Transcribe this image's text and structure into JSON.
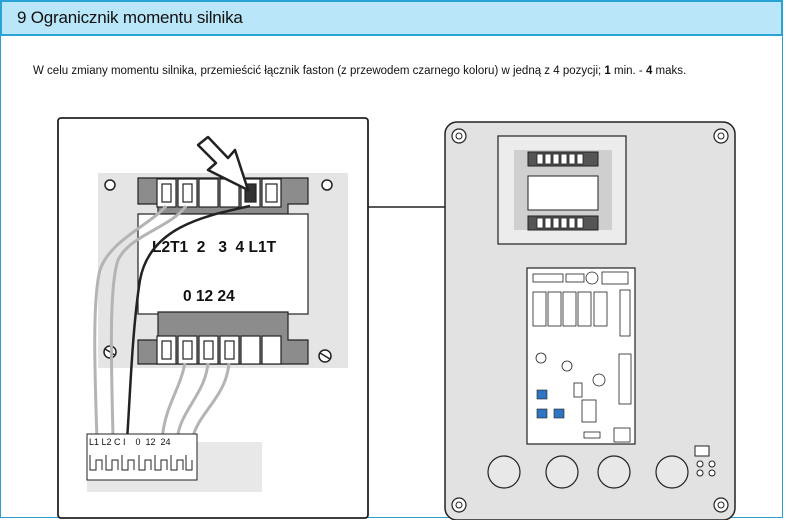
{
  "header": {
    "title": "9 Ogranicznik momentu silnika"
  },
  "instruction": {
    "part1": "W celu zmiany momentu silnika, przemieścić łącznik faston (z przewodem czarnego koloru) w jedną z 4 pozycji; ",
    "min_value": "1",
    "min_label": " min. - ",
    "max_value": "4",
    "max_label": " maks."
  },
  "transformer": {
    "top_terminal_labels": "L2T1  2   3  4 L1T",
    "bottom_terminal_labels": "0 12 24"
  },
  "terminal_block": {
    "labels": "L1 L2 C I    0  12  24"
  }
}
